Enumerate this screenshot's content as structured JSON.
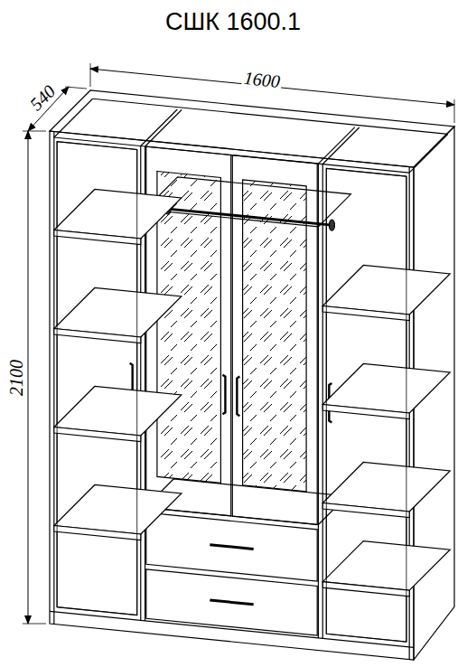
{
  "diagram": {
    "title": "СШК 1600.1",
    "labels": [
      "1600",
      "540",
      "2100"
    ]
  }
}
